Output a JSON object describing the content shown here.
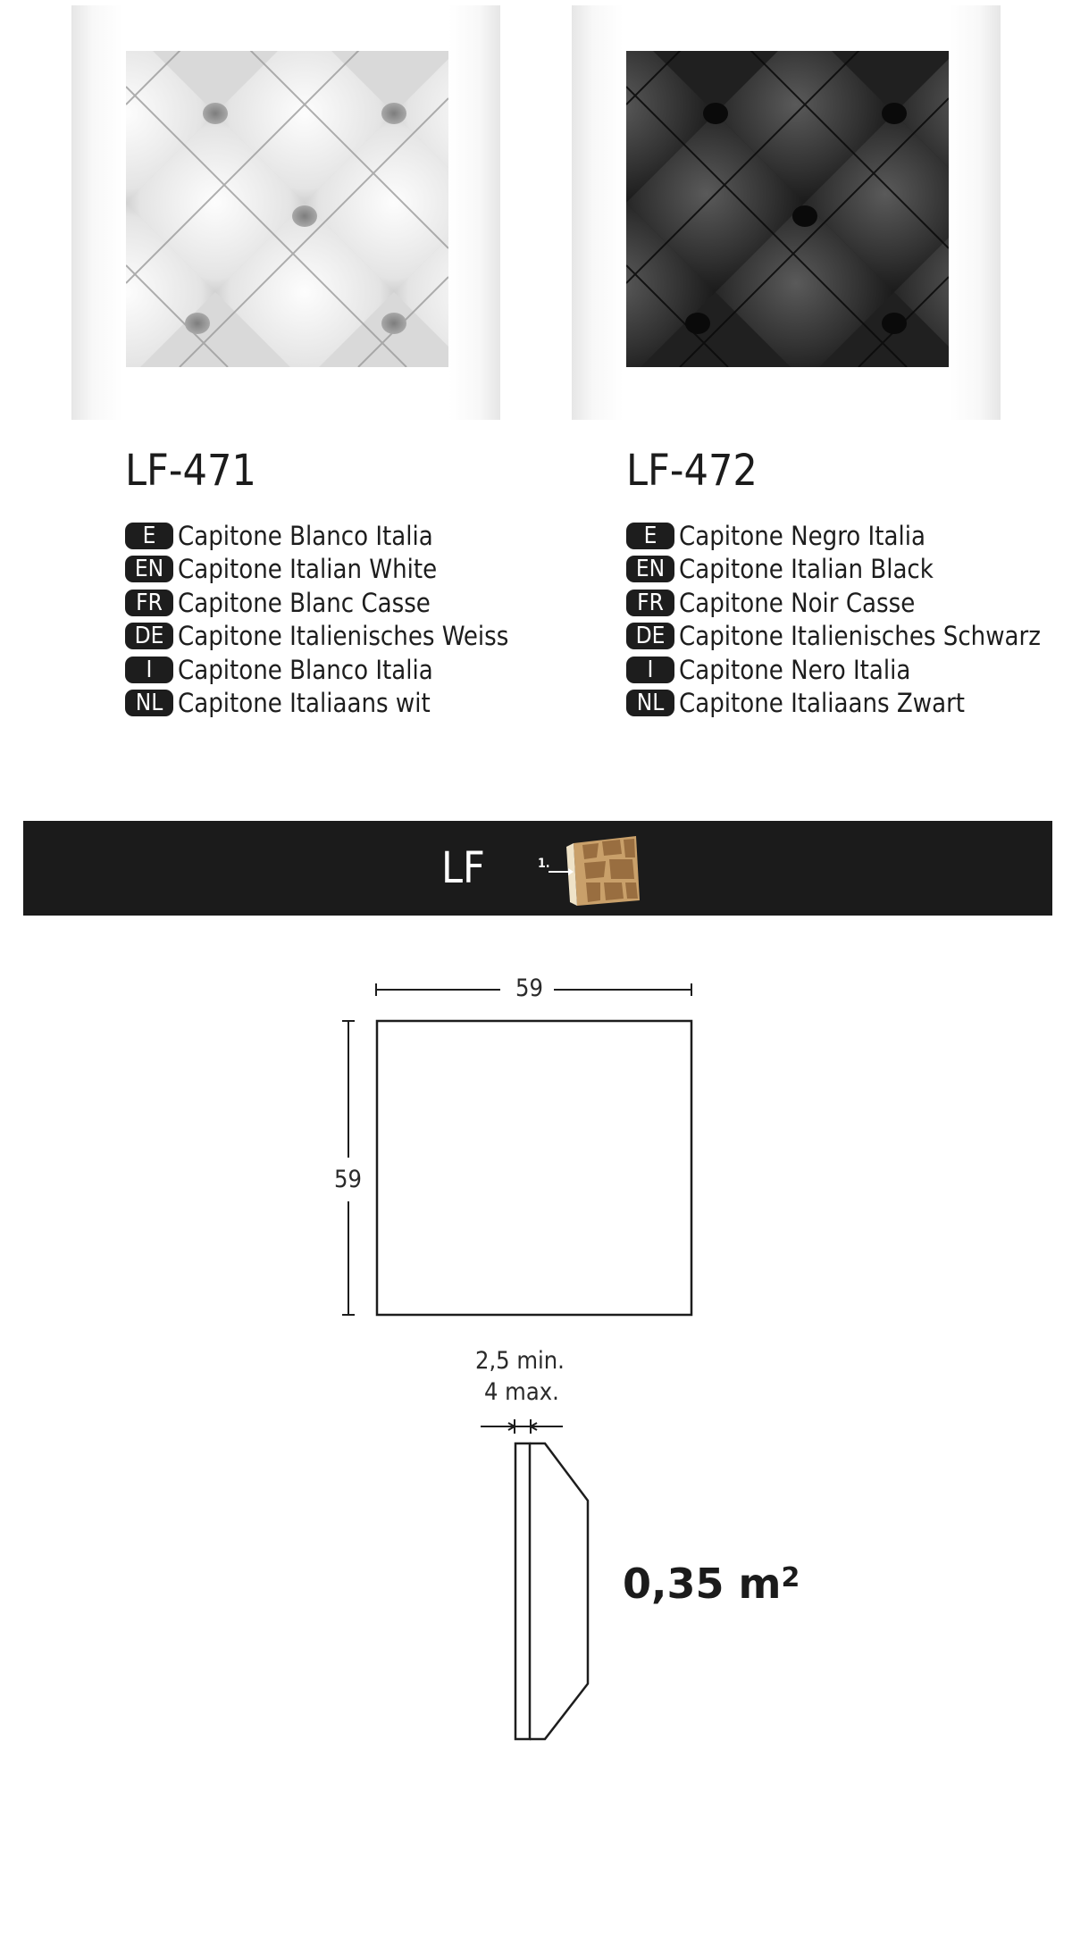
{
  "products": [
    {
      "code": "LF-471",
      "finish": "white",
      "translations": [
        {
          "lang": "E",
          "name": "Capitone Blanco Italia"
        },
        {
          "lang": "EN",
          "name": "Capitone Italian White"
        },
        {
          "lang": "FR",
          "name": "Capitone Blanc Casse"
        },
        {
          "lang": "DE",
          "name": "Capitone Italienisches Weiss"
        },
        {
          "lang": "I",
          "name": "Capitone Blanco Italia"
        },
        {
          "lang": "NL",
          "name": "Capitone Italiaans wit"
        }
      ]
    },
    {
      "code": "LF-472",
      "finish": "black",
      "translations": [
        {
          "lang": "E",
          "name": "Capitone Negro Italia"
        },
        {
          "lang": "EN",
          "name": "Capitone Italian Black"
        },
        {
          "lang": "FR",
          "name": "Capitone Noir Casse"
        },
        {
          "lang": "DE",
          "name": "Capitone Italienisches Schwarz"
        },
        {
          "lang": "I",
          "name": "Capitone Nero Italia"
        },
        {
          "lang": "NL",
          "name": "Capitone Italiaans Zwart"
        }
      ]
    }
  ],
  "band": {
    "label": "LF",
    "marker": "1.",
    "icon": "stone-sample-icon"
  },
  "dimensions": {
    "width": "59",
    "height": "59",
    "thickness_min": "2,5 min.",
    "thickness_max": "4 max.",
    "area_value": "0,35 m",
    "area_exponent": "2"
  },
  "colors": {
    "band_background": "#1b1b1b",
    "badge_background": "#1d1d1d",
    "text": "#1d1d1d"
  }
}
